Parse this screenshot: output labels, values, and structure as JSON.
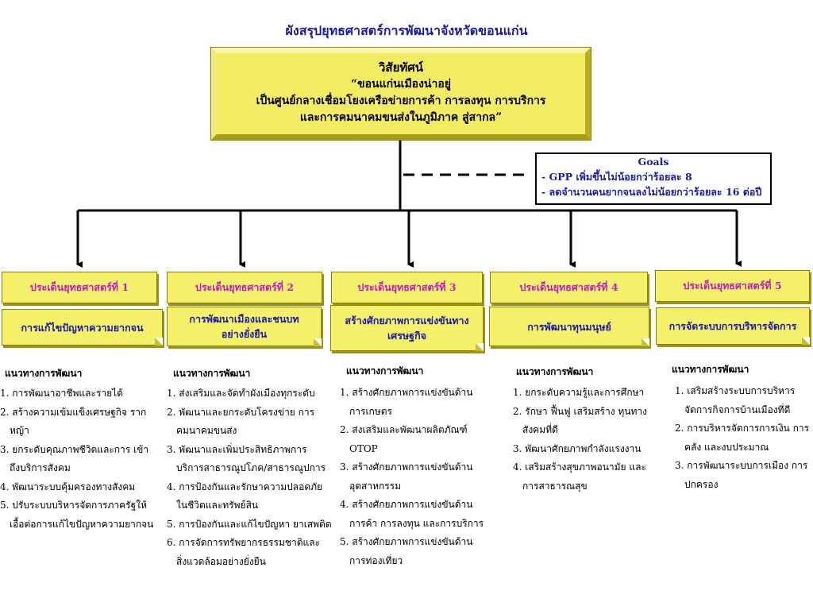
{
  "title": "ผังสรุปยุทธศาสตร์การพัฒนาจังหวัดขอนแก่น",
  "vision": {
    "heading": "วิสัยทัศน์",
    "line1": "“ขอนแก่นเมืองน่าอยู่",
    "line2": "เป็นศูนย์กลางเชื่อมโยงเครือข่ายการค้า การลงทุน การบริการ",
    "line3": "และการคมนาคมขนส่งในภูมิภาค สู่สากล”"
  },
  "goals": {
    "heading": "Goals",
    "items": [
      "- GPP เพิ่มขึ้นไม่น้อยกว่าร้อยละ 8",
      "- ลดจำนวนคนยากจนลงไม่น้อยกว่าร้อยละ 16 ต่อปี"
    ]
  },
  "issues": [
    {
      "header": "ประเด็นยุทธศาสตร์ที่ 1",
      "name_lines": [
        "การแก้ไขปัญหาความยากจน"
      ],
      "approach_label": "แนวทางการพัฒนา",
      "approaches": [
        "1. การพัฒนาอาชีพและรายได้",
        "2. สร้างความเข้มแข็งเศรษฐกิจ รากหญ้า",
        "3. ยกระดับคุณภาพชีวิตและการ เข้าถึงบริการสังคม",
        "4. พัฒนาระบบคุ้มครองทางสังคม",
        "5. ปรับระบบบริหารจัดการภาครัฐให้ เอื้อต่อการแก้ไขปัญหาความยากจน"
      ]
    },
    {
      "header": "ประเด็นยุทธศาสตร์ที่ 2",
      "name_lines": [
        "การพัฒนาเมืองและชนบท",
        "อย่างยั่งยืน"
      ],
      "approach_label": "แนวทางการพัฒนา",
      "approaches": [
        "1. ส่งเสริมและจัดทำผังเมืองทุกระดับ",
        "2. พัฒนาและยกระดับโครงข่าย การคมนาคมขนส่ง",
        "3. พัฒนาและเพิ่มประสิทธิภาพการ บริการสาธารณูปโภค/สาธารณูปการ",
        "4. การป้องกันและรักษาความปลอดภัย ในชีวิตและทรัพย์สิน",
        "5. การป้องกันและแก้ไขปัญหา ยาเสพติด",
        "6. การจัดการทรัพยากรธรรมชาติและ สิ่งแวดล้อมอย่างยั่งยืน"
      ]
    },
    {
      "header": "ประเด็นยุทธศาสตร์ที่ 3",
      "name_lines": [
        "สร้างศักยภาพการแข่งขันทาง",
        "เศรษฐกิจ"
      ],
      "approach_label": "แนวทางการพัฒนา",
      "approaches": [
        "1. สร้างศักยภาพการแข่งขันด้าน การเกษตร",
        "2. ส่งเสริมและพัฒนาผลิตภัณฑ์ OTOP",
        "3. สร้างศักยภาพการแข่งขันด้าน อุตสาหกรรม",
        "4. สร้างศักยภาพการแข่งขันด้าน การค้า การลงทุน และการบริการ",
        "5. สร้างศักยภาพการแข่งขันด้าน การท่องเที่ยว"
      ]
    },
    {
      "header": "ประเด็นยุทธศาสตร์ที่ 4",
      "name_lines": [
        "การพัฒนาทุนมนุษย์"
      ],
      "approach_label": "แนวทางการพัฒนา",
      "approaches": [
        "1. ยกระดับความรู้และการศึกษา",
        "2. รักษา ฟื้นฟู เสริมสร้าง ทุนทางสังคมที่ดี",
        "3. พัฒนาศักยภาพกำลังแรงงาน",
        "4. เสริมสร้างสุขภาพอนามัย และการสาธารณสุข"
      ]
    },
    {
      "header": "ประเด็นยุทธศาสตร์ที่ 5",
      "name_lines": [
        "การจัดระบบการบริหารจัดการ"
      ],
      "approach_label": "แนวทางการพัฒนา",
      "approaches": [
        "1. เสริมสร้างระบบการบริหาร จัดการกิจการบ้านเมืองที่ดี",
        "2. การบริหารจัดการการเงิน การคลัง และงบประมาณ",
        "3. การพัฒนาระบบการเมือง การปกครอง"
      ]
    }
  ]
}
